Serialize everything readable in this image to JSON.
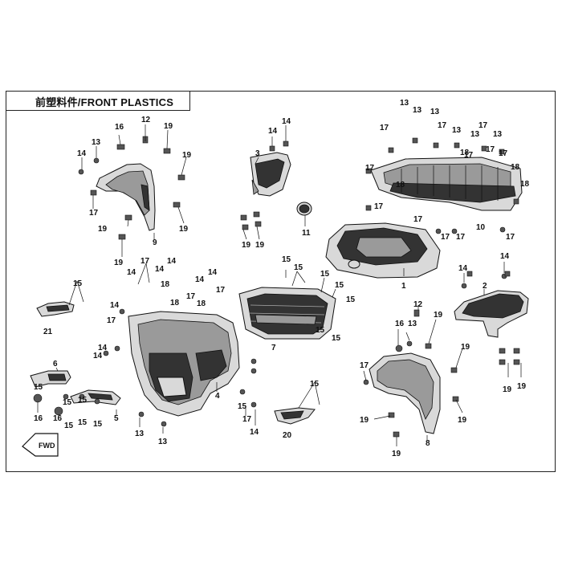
{
  "title": "前塑料件/FRONT PLASTICS",
  "fwd_label": "FWD",
  "callouts": {
    "n1": "1",
    "n2": "2",
    "n3": "3",
    "n4": "4",
    "n5": "5",
    "n6": "6",
    "n7": "7",
    "n8": "8",
    "n9": "9",
    "n10": "10",
    "n11": "11",
    "n12": "12",
    "n13": "13",
    "n14": "14",
    "n15": "15",
    "n16": "16",
    "n17": "17",
    "n18": "18",
    "n19": "19",
    "n20": "20",
    "n21": "21"
  }
}
